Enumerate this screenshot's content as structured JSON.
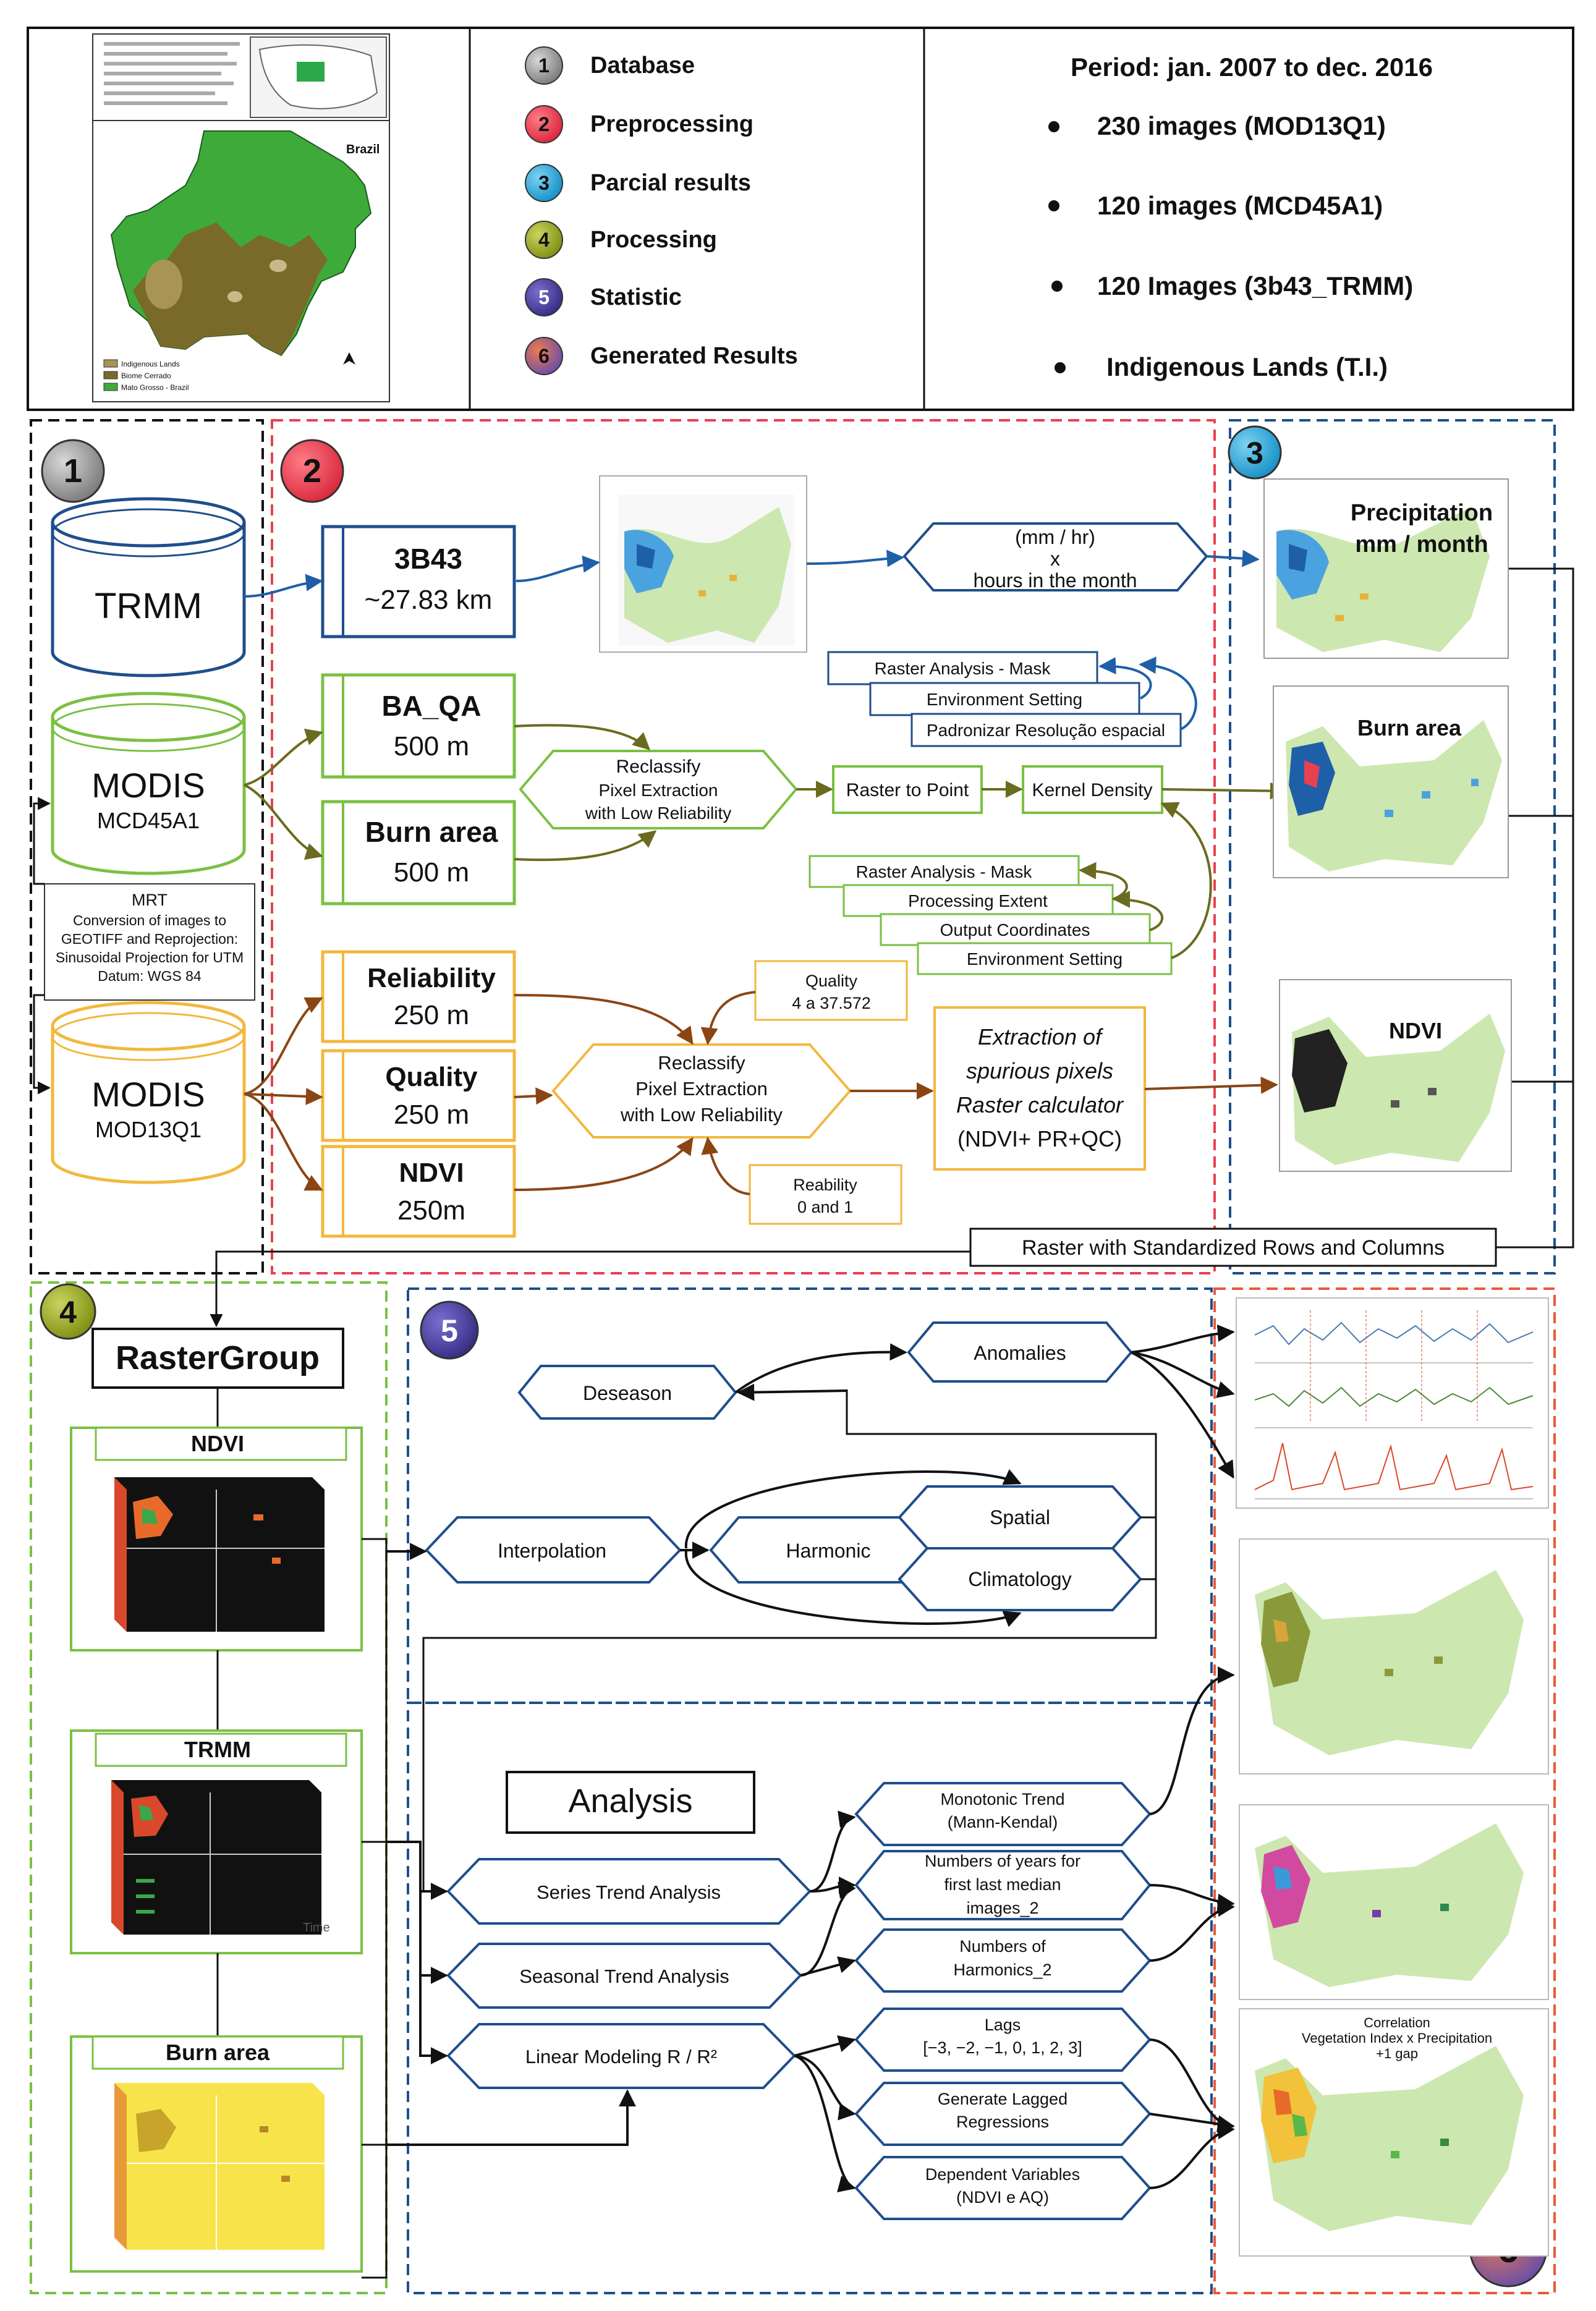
{
  "header": {
    "legend": [
      {
        "num": "1",
        "label": "Database",
        "color": "#8a8a8a"
      },
      {
        "num": "2",
        "label": "Preprocessing",
        "color": "#e8414f"
      },
      {
        "num": "3",
        "label": "Parcial results",
        "color": "#29a9de"
      },
      {
        "num": "4",
        "label": "Processing",
        "color": "#9aa81d"
      },
      {
        "num": "5",
        "label": "Statistic",
        "color": "#4b3f98"
      },
      {
        "num": "6",
        "label": "Generated Results",
        "color": "#b8455a"
      }
    ],
    "period": "Period: jan. 2007 to dec. 2016",
    "period_items": [
      "230 images (MOD13Q1)",
      "120 images (MCD45A1)",
      "120 Images (3b43_TRMM)",
      "Indigenous Lands  (T.I.)"
    ],
    "map_label": "Brazil",
    "map_legend": [
      "Indigenous Lands",
      "Biome Cerrado",
      "Mato Grosso - Brazil"
    ]
  },
  "sections": {
    "s1": "1",
    "s2": "2",
    "s3": "3",
    "s4": "4",
    "s5": "5",
    "s6": "6"
  },
  "database": {
    "trmm": "TRMM",
    "modis1": "MODIS",
    "modis1_sub": "MCD45A1",
    "modis2": "MODIS",
    "modis2_sub": "MOD13Q1",
    "mrt_title": "MRT",
    "mrt_lines": [
      "Conversion of images to",
      "GEOTIFF and Reprojection:",
      "Sinusoidal Projection for UTM",
      "Datum: WGS 84"
    ]
  },
  "preprocessing": {
    "b3b43": "3B43",
    "b3b43_sub": "~27.83 km",
    "mmhr": [
      "(mm / hr)",
      "x",
      "hours in the month"
    ],
    "mask_stack1": [
      "Raster Analysis - Mask",
      "Environment Setting",
      "Padronizar Resolução espacial"
    ],
    "ba_qa": "BA_QA",
    "ba_qa_sub": "500 m",
    "burn": "Burn area",
    "burn_sub": "500 m",
    "reclass1": [
      "Reclassify",
      "Pixel Extraction",
      "with Low Reliability"
    ],
    "raster_to_point": "Raster to Point",
    "kernel": "Kernel Density",
    "mask_stack2": [
      "Raster Analysis - Mask",
      "Processing Extent",
      "Output Coordinates",
      "Environment Setting"
    ],
    "reliability": "Reliability",
    "reliability_sub": "250 m",
    "quality": "Quality",
    "quality_sub": "250 m",
    "ndvi": "NDVI",
    "ndvi_sub": "250m",
    "quality_note": [
      "Quality",
      "4 a 37.572"
    ],
    "reliability_note": [
      "Reability",
      "0 and 1"
    ],
    "reclass2": [
      "Reclassify",
      "Pixel Extraction",
      "with Low Reliability"
    ],
    "extraction": [
      "Extraction of",
      "spurious pixels",
      "Raster calculator",
      "(NDVI+ PR+QC)"
    ],
    "standardized": "Raster with Standardized Rows and Columns"
  },
  "partial": {
    "precip": [
      "Precipitation",
      "mm / month"
    ],
    "burn": "Burn area",
    "ndvi": "NDVI"
  },
  "processing": {
    "rastergroup": "RasterGroup",
    "cubes": [
      "NDVI",
      "TRMM",
      "Burn area"
    ],
    "time": "Time"
  },
  "statistic": {
    "deseason": "Deseason",
    "anomalies": "Anomalies",
    "interpolation": "Interpolation",
    "harmonic": "Harmonic",
    "spatial": "Spatial",
    "climatology": "Climatology",
    "analysis": "Analysis",
    "series": "Series Trend Analysis",
    "seasonal": "Seasonal Trend Analysis",
    "linear": "Linear Modeling R / R²",
    "mono": [
      "Monotonic Trend",
      "(Mann-Kendal)"
    ],
    "years": [
      "Numbers of years for",
      "first last median",
      "images_2"
    ],
    "harmonics": [
      "Numbers of",
      "Harmonics_2"
    ],
    "lags": [
      "Lags",
      "[−3, −2, −1, 0, 1, 2, 3]"
    ],
    "lagged": [
      "Generate Lagged",
      "Regressions"
    ],
    "dependent": [
      "Dependent Variables",
      "(NDVI e AQ)"
    ]
  },
  "results": {
    "correlation": [
      "Correlation",
      "Vegetation Index x Precipitation",
      "+1 gap"
    ]
  },
  "colors": {
    "gray": "#8a8a8a",
    "red": "#e8414f",
    "cyan": "#29a9de",
    "olive": "#9aa81d",
    "purple": "#4b3f98",
    "blue": "#1f4e8c",
    "green": "#7bc043",
    "orange": "#f2a72e",
    "brown": "#8b4513",
    "olivearrow": "#6b6b1f"
  }
}
